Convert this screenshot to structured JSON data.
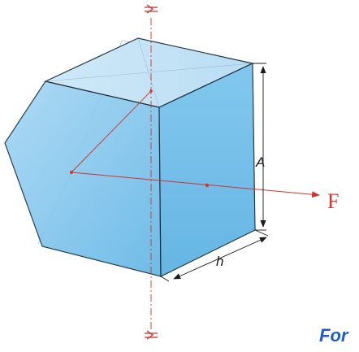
{
  "labels": {
    "height": "A",
    "depth": "h",
    "force": "F",
    "caption": "For"
  },
  "colors": {
    "prism_fill_top": "#c5e3f5",
    "prism_fill_side": "#8fcbf0",
    "prism_fill_front": "#6fbdea",
    "edge": "#1a2e3b",
    "axis": "#d0342c",
    "caption": "#1f5fbf"
  },
  "icons": {
    "axis_markers": "section-arrow-icon"
  }
}
